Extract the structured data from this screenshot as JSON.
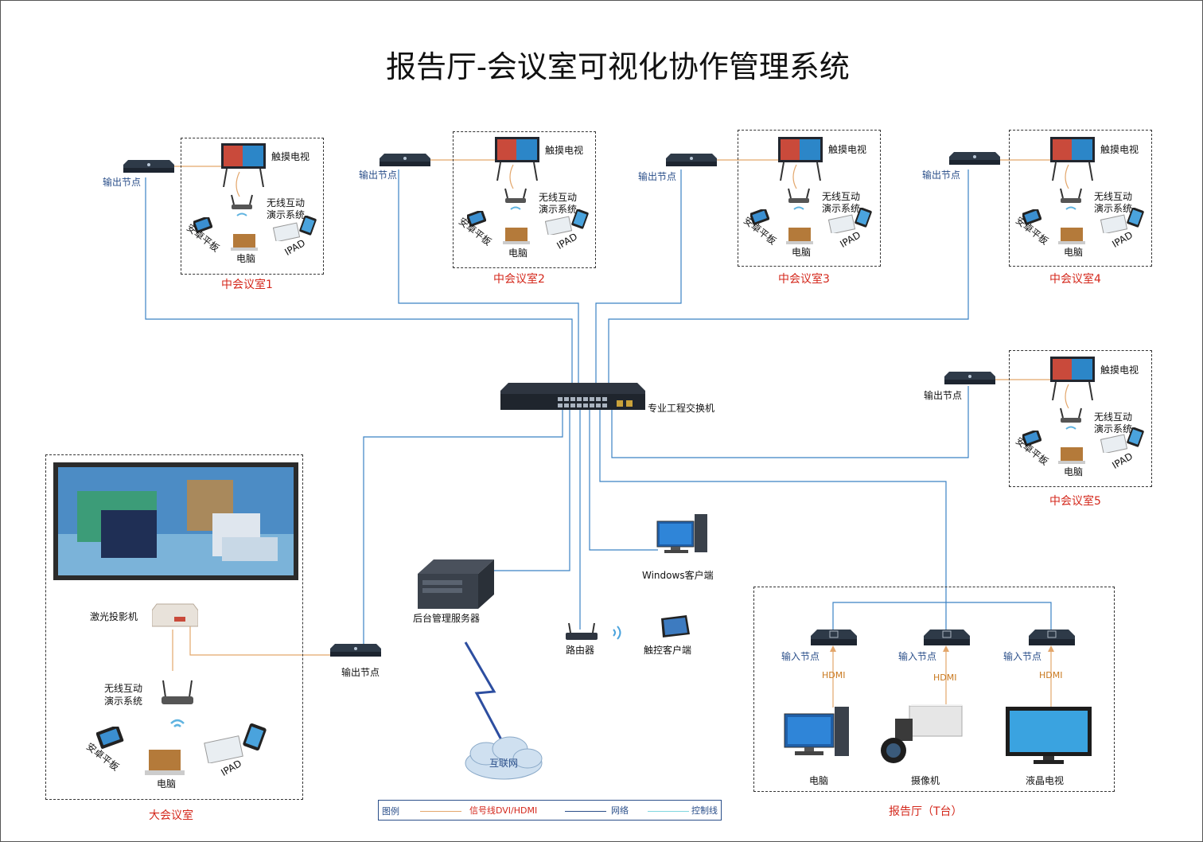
{
  "title": "报告厅-会议室可视化协作管理系统",
  "colors": {
    "network": "#3b82c4",
    "signal": "#e3a66b",
    "control": "#7fd6e0",
    "room_label": "#d4281c",
    "node_label": "#2b4f8a"
  },
  "rooms": [
    {
      "name": "中会议室1",
      "node": "输出节点",
      "tv": "触摸电视",
      "wireless": [
        "无线互动",
        "演示系统"
      ],
      "tablet": "安卓平板",
      "pc": "电脑",
      "ipad": "IPAD"
    },
    {
      "name": "中会议室2",
      "node": "输出节点",
      "tv": "触摸电视",
      "wireless": [
        "无线互动",
        "演示系统"
      ],
      "tablet": "安卓平板",
      "pc": "电脑",
      "ipad": "IPAD"
    },
    {
      "name": "中会议室3",
      "node": "输出节点",
      "tv": "触摸电视",
      "wireless": [
        "无线互动",
        "演示系统"
      ],
      "tablet": "安卓平板",
      "pc": "电脑",
      "ipad": "IPAD"
    },
    {
      "name": "中会议室4",
      "node": "输出节点",
      "tv": "触摸电视",
      "wireless": [
        "无线互动",
        "演示系统"
      ],
      "tablet": "安卓平板",
      "pc": "电脑",
      "ipad": "IPAD"
    },
    {
      "name": "中会议室5",
      "node": "输出节点",
      "tv": "触摸电视",
      "wireless": [
        "无线互动",
        "演示系统"
      ],
      "tablet": "安卓平板",
      "pc": "电脑",
      "ipad": "IPAD"
    }
  ],
  "switch": "专业工程交换机",
  "big_room": {
    "name": "大会议室",
    "projector": "激光投影机",
    "wireless": [
      "无线互动",
      "演示系统"
    ],
    "tablet": "安卓平板",
    "pc": "电脑",
    "ipad": "IPAD",
    "node": "输出节点"
  },
  "server": "后台管理服务器",
  "internet": "互联网",
  "router": "路由器",
  "windows_client": "Windows客户端",
  "touch_client": "触控客户端",
  "hall": {
    "name": "报告厅（T台）",
    "inputs": [
      {
        "node": "输入节点",
        "cable": "HDMI",
        "device": "电脑"
      },
      {
        "node": "输入节点",
        "cable": "HDMI",
        "device": "摄像机"
      },
      {
        "node": "输入节点",
        "cable": "HDMI",
        "device": "液晶电视"
      }
    ]
  },
  "legend": {
    "title": "图例",
    "items": [
      {
        "label": "信号线DVI/HDMI",
        "color": "#e3a66b"
      },
      {
        "label": "网络",
        "color": "#2b4f8a"
      },
      {
        "label": "控制线",
        "color": "#7fd6e0"
      }
    ]
  }
}
